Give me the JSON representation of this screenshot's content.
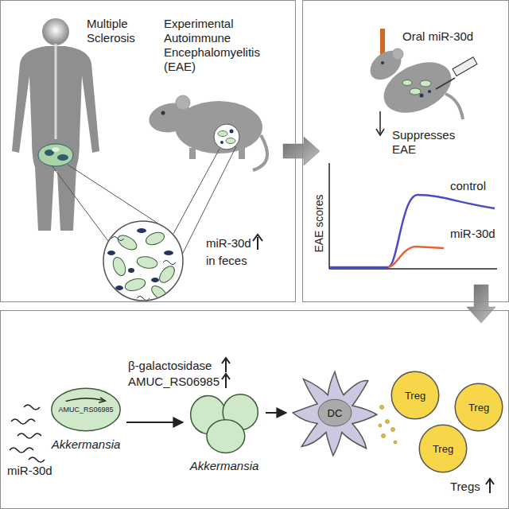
{
  "diagram": {
    "nodes": [
      {
        "text": [
          "Multiple Sclerosis",
          "Experimental Autoimmune Encephalomyelitis (EAE)",
          "miR-30d",
          "in feces"
        ]
      },
      {
        "text": [
          "Oral miR-30d",
          "Suppresses EAE",
          "EAE scores",
          "control",
          "miR-30d"
        ]
      },
      {
        "text": [
          "miR-30d",
          "β-galactosidase",
          "AMUC_RS06985",
          "Tregs"
        ]
      },
      {
        "text": [
          "AMUC_RS06985",
          "Akkermansia"
        ],
        "in": 2
      },
      {
        "text": [
          "Akkermansia"
        ],
        "in": 2
      },
      {
        "text": [
          "DC"
        ],
        "in": 2
      },
      {
        "text": [
          "Treg"
        ],
        "in": 2
      },
      {
        "text": [
          "Treg"
        ],
        "in": 2
      },
      {
        "text": [
          "Treg"
        ],
        "in": 2
      }
    ],
    "edges": [
      {
        "from": 0,
        "to": 1,
        "arrow": "to"
      },
      {
        "from": 1,
        "to": 2,
        "arrow": "to"
      },
      {
        "from": 3,
        "to": 4,
        "arrow": "to"
      },
      {
        "from": 4,
        "to": 5,
        "arrow": "to"
      }
    ]
  }
}
